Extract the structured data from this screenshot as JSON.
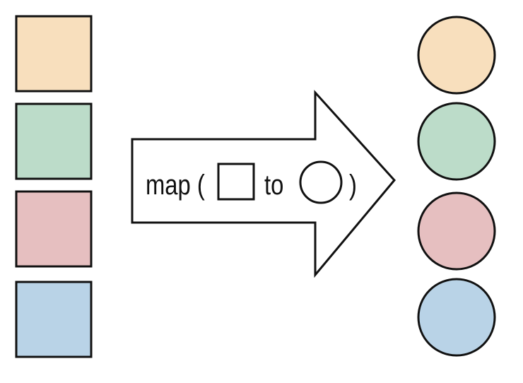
{
  "colors": {
    "peach": "#f8dfbd",
    "green": "#bcdcc9",
    "pink": "#e6bfc0",
    "blue": "#b9d3e7",
    "outline": "#111111",
    "background": "#ffffff"
  },
  "input_squares": [
    {
      "color_name": "peach",
      "fill": "#f8dfbd"
    },
    {
      "color_name": "green",
      "fill": "#bcdcc9"
    },
    {
      "color_name": "pink",
      "fill": "#e6bfc0"
    },
    {
      "color_name": "blue",
      "fill": "#b9d3e7"
    }
  ],
  "output_circles": [
    {
      "color_name": "peach",
      "fill": "#f8dfbd"
    },
    {
      "color_name": "green",
      "fill": "#bcdcc9"
    },
    {
      "color_name": "pink",
      "fill": "#e6bfc0"
    },
    {
      "color_name": "blue",
      "fill": "#b9d3e7"
    }
  ],
  "arrow": {
    "label_prefix": "map (",
    "label_middle": "to",
    "label_suffix": ")",
    "from_icon": "square-icon",
    "to_icon": "circle-icon"
  }
}
